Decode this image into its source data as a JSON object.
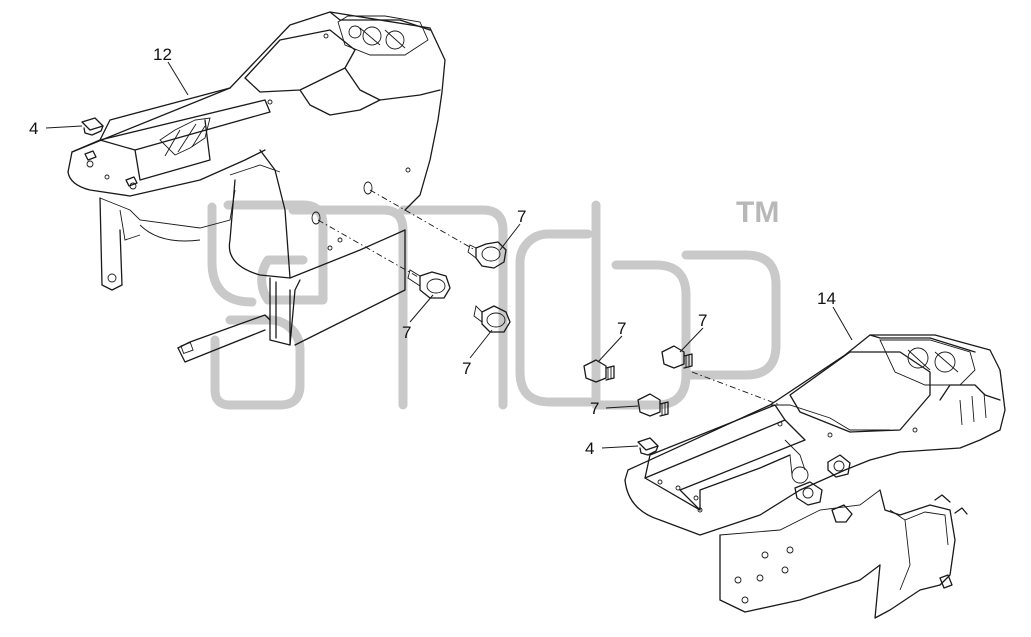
{
  "callouts": {
    "c12": "12",
    "c14": "14",
    "c4a": "4",
    "c4b": "4",
    "c7a": "7",
    "c7b": "7",
    "c7c": "7",
    "c7d": "7",
    "c7e": "7",
    "c7f": "7"
  },
  "watermark": {
    "trademark": "TM"
  },
  "colors": {
    "line": "#1a1a1a",
    "watermark": "#c9c9c9",
    "background": "#ffffff"
  }
}
